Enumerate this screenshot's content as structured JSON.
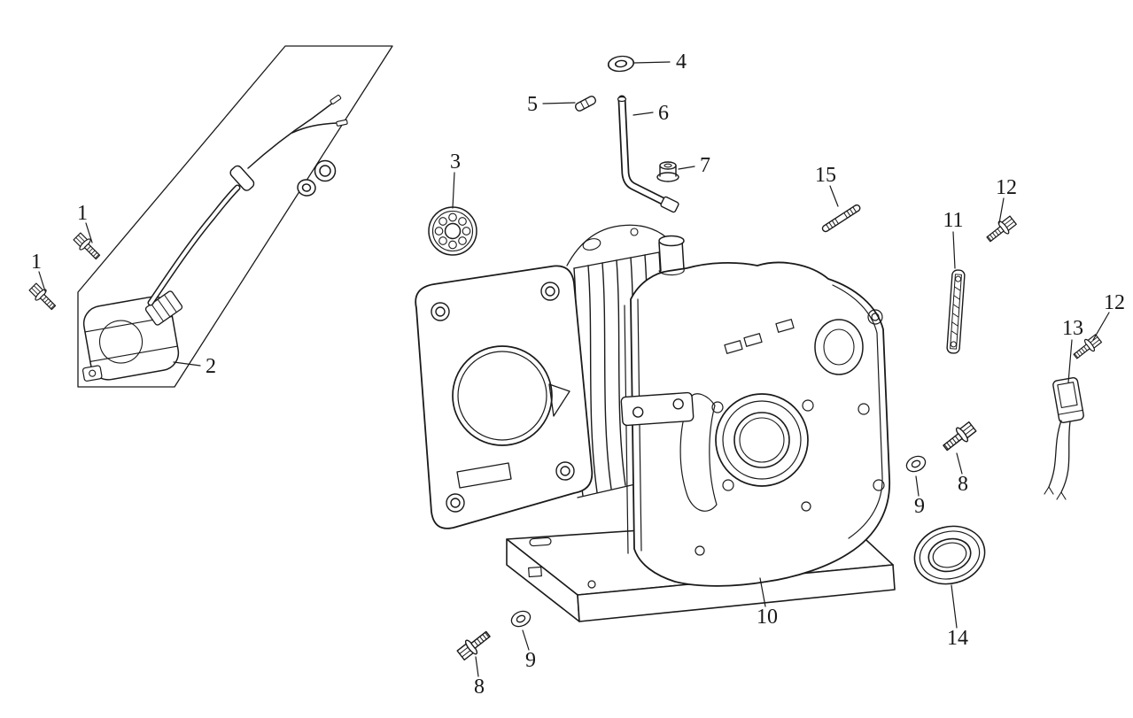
{
  "diagram_type": "exploded-engine-parts-diagram",
  "colors": {
    "background": "#ffffff",
    "line": "#1a1a1a",
    "label": "#161616"
  },
  "callouts": [
    {
      "id": "1a",
      "label": "1"
    },
    {
      "id": "1b",
      "label": "1"
    },
    {
      "id": "2",
      "label": "2"
    },
    {
      "id": "3",
      "label": "3"
    },
    {
      "id": "4",
      "label": "4"
    },
    {
      "id": "5",
      "label": "5"
    },
    {
      "id": "6",
      "label": "6"
    },
    {
      "id": "7",
      "label": "7"
    },
    {
      "id": "8a",
      "label": "8"
    },
    {
      "id": "8b",
      "label": "8"
    },
    {
      "id": "9a",
      "label": "9"
    },
    {
      "id": "9b",
      "label": "9"
    },
    {
      "id": "10",
      "label": "10"
    },
    {
      "id": "11",
      "label": "11"
    },
    {
      "id": "12a",
      "label": "12"
    },
    {
      "id": "12b",
      "label": "12"
    },
    {
      "id": "13",
      "label": "13"
    },
    {
      "id": "14",
      "label": "14"
    },
    {
      "id": "15",
      "label": "15"
    }
  ]
}
